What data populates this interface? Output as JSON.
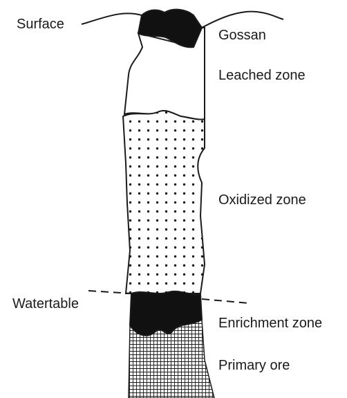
{
  "diagram": {
    "labels": {
      "surface": "Surface",
      "gossan": "Gossan",
      "leached_zone": "Leached zone",
      "oxidized_zone": "Oxidized zone",
      "watertable": "Watertable",
      "enrichment_zone": "Enrichment zone",
      "primary_ore": "Primary ore"
    },
    "colors": {
      "line": "#1a1a1a",
      "fill_dark": "#111111",
      "background": "#ffffff"
    }
  }
}
